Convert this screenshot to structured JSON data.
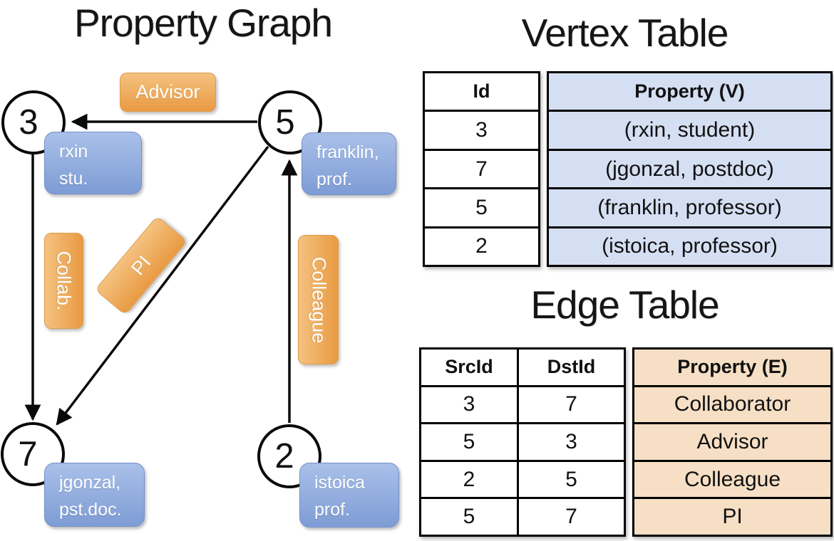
{
  "graph": {
    "title": "Property Graph",
    "vertices": [
      {
        "id": "3",
        "label_lines": [
          "rxin",
          "stu."
        ]
      },
      {
        "id": "5",
        "label_lines": [
          "franklin,",
          "prof."
        ]
      },
      {
        "id": "7",
        "label_lines": [
          "jgonzal,",
          "pst.doc."
        ]
      },
      {
        "id": "2",
        "label_lines": [
          "istoica",
          "prof."
        ]
      }
    ],
    "edge_labels": {
      "advisor": "Advisor",
      "collab": "Collab.",
      "pi": "PI",
      "colleague": "Colleague"
    }
  },
  "vertex_table": {
    "title": "Vertex Table",
    "headers": {
      "id": "Id",
      "property": "Property (V)"
    },
    "rows": [
      {
        "id": "3",
        "property": "(rxin, student)"
      },
      {
        "id": "7",
        "property": "(jgonzal, postdoc)"
      },
      {
        "id": "5",
        "property": "(franklin, professor)"
      },
      {
        "id": "2",
        "property": "(istoica, professor)"
      }
    ]
  },
  "edge_table": {
    "title": "Edge Table",
    "headers": {
      "src": "SrcId",
      "dst": "DstId",
      "property": "Property (E)"
    },
    "rows": [
      {
        "src": "3",
        "dst": "7",
        "property": "Collaborator"
      },
      {
        "src": "5",
        "dst": "3",
        "property": "Advisor"
      },
      {
        "src": "2",
        "dst": "5",
        "property": "Colleague"
      },
      {
        "src": "5",
        "dst": "7",
        "property": "PI"
      }
    ]
  },
  "colors": {
    "edge_label_orange": "#ec9f4a",
    "vertex_box_blue": "#8ba6da",
    "vertex_cell_blue": "#d5dff3",
    "edge_cell_peach": "#f6dfc5",
    "line_black": "#0a0a0a"
  }
}
